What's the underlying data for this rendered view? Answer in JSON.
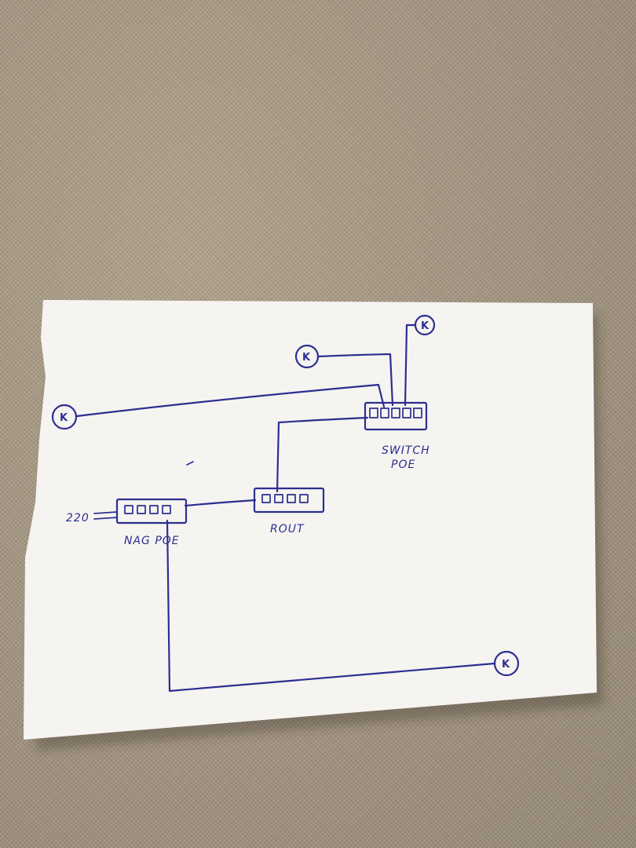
{
  "labels": {
    "switch_line1": "SWITCH",
    "switch_line2": "POE",
    "router": "ROUT",
    "nag": "NAG POE",
    "power": "220"
  },
  "camera_letter": "K",
  "colors": {
    "ink": "#2c2f8f",
    "paper": "#f6f4f1",
    "fabric": "#a89a85"
  }
}
